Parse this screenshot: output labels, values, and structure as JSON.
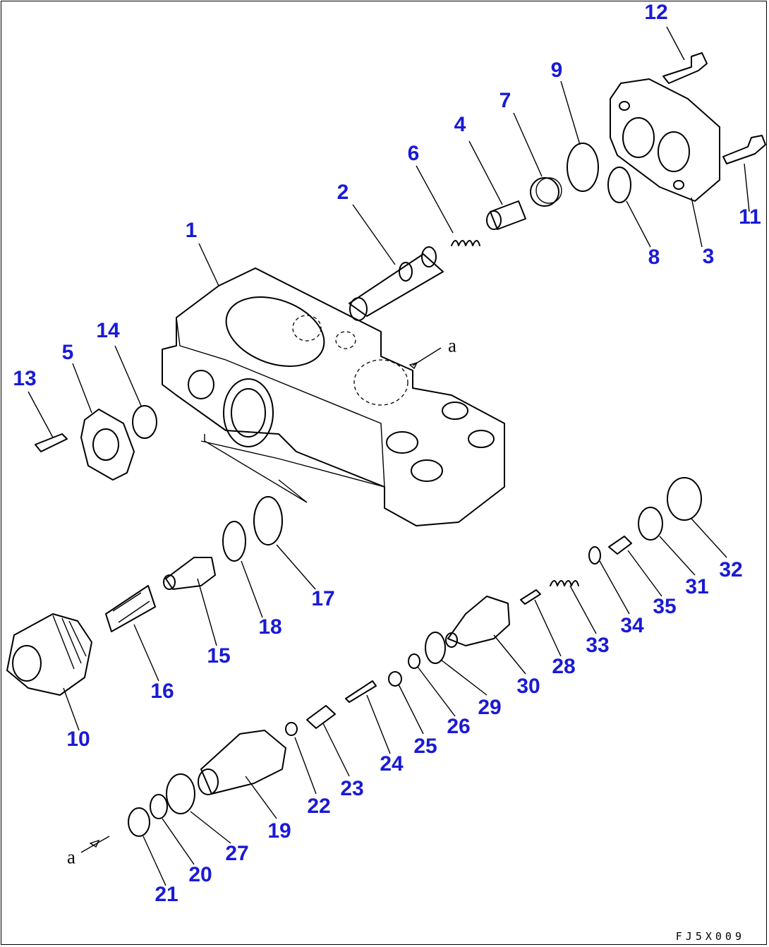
{
  "diagram": {
    "type": "exploded-parts-view",
    "figure_code": "FJ5X009",
    "view_reference": "a",
    "callout_color": "#1a1ad6",
    "callouts": [
      "1",
      "2",
      "3",
      "4",
      "5",
      "6",
      "7",
      "8",
      "9",
      "10",
      "11",
      "12",
      "13",
      "14",
      "15",
      "16",
      "17",
      "18",
      "19",
      "20",
      "21",
      "22",
      "23",
      "24",
      "25",
      "26",
      "27",
      "28",
      "29",
      "30",
      "31",
      "32",
      "33",
      "34",
      "35"
    ]
  }
}
